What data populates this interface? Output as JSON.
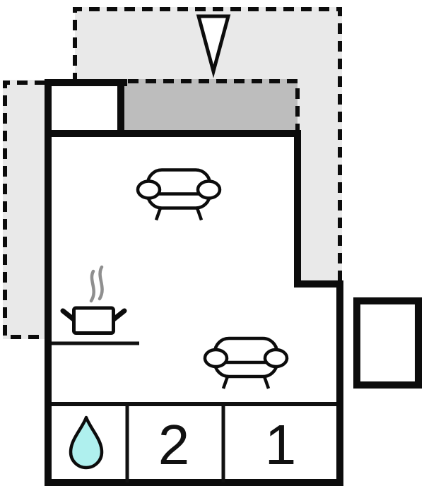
{
  "plan": {
    "title": "holiday-home-floor-plan",
    "bedroom_labels": {
      "bedroom_1": "1",
      "bedroom_2": "2"
    },
    "colors": {
      "background": "#ffffff",
      "terrace": "#e9e9e9",
      "covered_terrace": "#bdbdbd",
      "wall": "#0c0c0c",
      "water_drop": "#aff0ee",
      "steam": "#8f8f8f"
    },
    "icons": {
      "entrance_arrow": "down-triangle",
      "bathroom": "water-drop",
      "kitchen": "pot-with-steam",
      "living_room": "sofa"
    },
    "areas": {
      "terrace_top": "open terrace (dashed)",
      "terrace_left": "open terrace (dashed)",
      "covered_terrace": "covered terrace (shaded)",
      "outbuilding": "detached annex",
      "bathroom": "water-drop cell",
      "bedroom_2": "cell labeled 2",
      "bedroom_1": "cell labeled 1"
    }
  }
}
